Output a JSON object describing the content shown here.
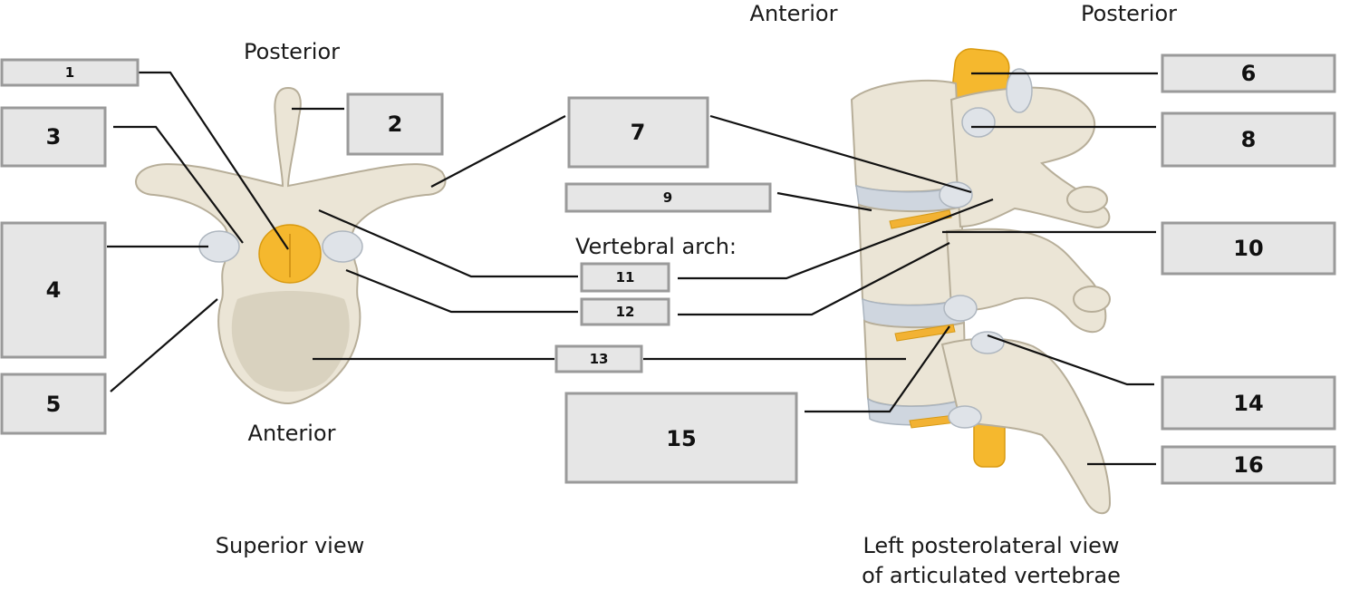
{
  "orientation": {
    "superior_posterior": "Posterior",
    "superior_anterior": "Anterior",
    "lateral_anterior": "Anterior",
    "lateral_posterior": "Posterior"
  },
  "group_label": "Vertebral arch:",
  "captions": {
    "superior_view": "Superior view",
    "lateral_view_line1": "Left posterolateral view",
    "lateral_view_line2": "of articulated vertebrae"
  },
  "boxes": {
    "b1": "1",
    "b2": "2",
    "b3": "3",
    "b4": "4",
    "b5": "5",
    "b6": "6",
    "b7": "7",
    "b8": "8",
    "b9": "9",
    "b10": "10",
    "b11": "11",
    "b12": "12",
    "b13": "13",
    "b14": "14",
    "b15": "15",
    "b16": "16"
  },
  "colors": {
    "bone": "#ebe5d6",
    "spinal_cord": "#f5b82e",
    "cartilage": "#cfd6df",
    "label_box": "#e6e6e6"
  }
}
